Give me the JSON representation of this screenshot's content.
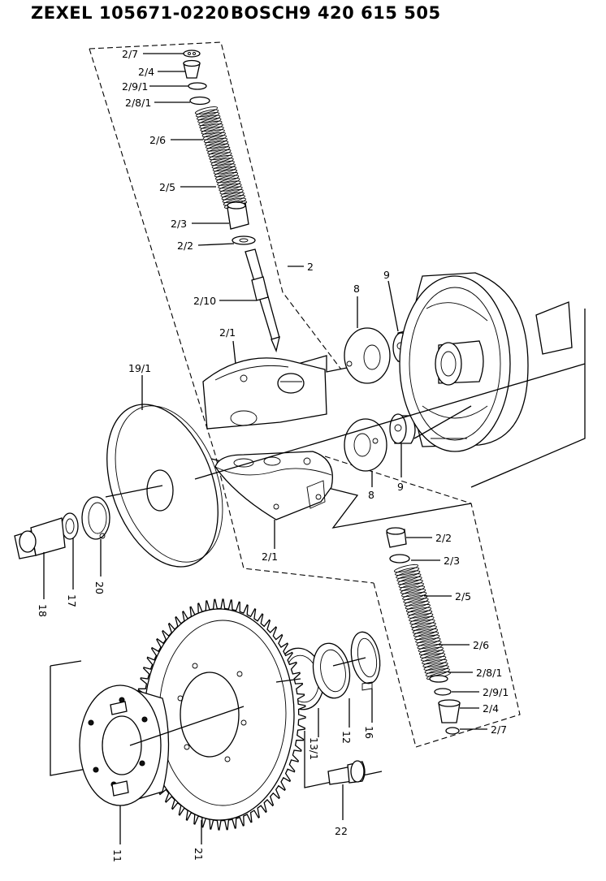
{
  "header": {
    "maker_1": "ZEXEL",
    "part_no_1": "105671-0220",
    "maker_2": "BOSCH",
    "part_no_2": "9 420 615 505"
  },
  "labels": {
    "p2_7_top": "2/7",
    "p2_4_top": "2/4",
    "p2_9_1_top": "2/9/1",
    "p2_8_1_top": "2/8/1",
    "p2_6_top": "2/6",
    "p2_5_top": "2/5",
    "p2_3_top": "2/3",
    "p2_2_top": "2/2",
    "p2": "2",
    "p2_10": "2/10",
    "p8_top": "8",
    "p9_top": "9",
    "p2_1_top": "2/1",
    "p19_1": "19/1",
    "p8_bot": "8",
    "p9_bot": "9",
    "p2_1_bot": "2/1",
    "p18": "18",
    "p17": "17",
    "p20": "20",
    "p2_2_bot": "2/2",
    "p2_3_bot": "2/3",
    "p2_5_bot": "2/5",
    "p2_6_bot": "2/6",
    "p2_8_1_bot": "2/8/1",
    "p2_9_1_bot": "2/9/1",
    "p2_4_bot": "2/4",
    "p2_7_bot": "2/7",
    "p13_1": "13/1",
    "p12": "12",
    "p16": "16",
    "p22": "22",
    "p11": "11",
    "p21": "21"
  }
}
